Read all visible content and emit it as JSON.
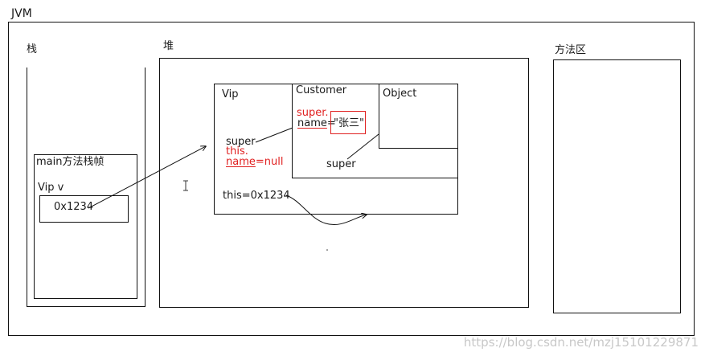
{
  "jvm": {
    "label": "JVM"
  },
  "stack": {
    "label": "栈",
    "frame": {
      "label": "main方法栈帧",
      "var_label": "Vip v",
      "var_value": "0x1234"
    }
  },
  "heap": {
    "label": "堆",
    "vip": {
      "label": "Vip",
      "super_label": "super",
      "this_label": "this.",
      "name_key": "name",
      "name_value": "=null",
      "this_ref": "this=0x1234"
    },
    "customer": {
      "label": "Customer",
      "super_label": "super.",
      "name_key": "name",
      "name_eq": "=",
      "name_value": "\"张三\"",
      "super_ref": "super"
    },
    "object": {
      "label": "Object"
    }
  },
  "method_area": {
    "label": "方法区"
  },
  "watermark": "https://blog.csdn.net/mzj15101229871"
}
